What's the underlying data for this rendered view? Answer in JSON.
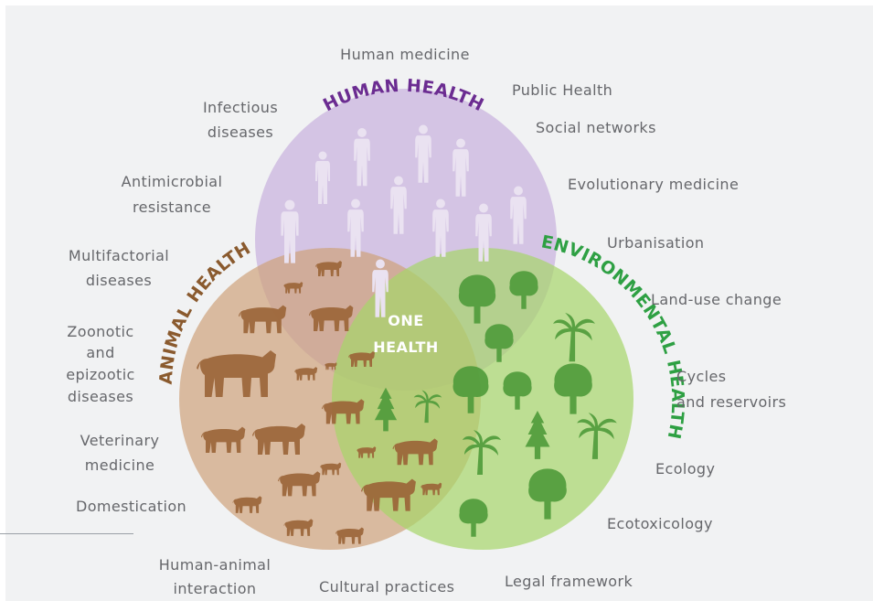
{
  "circles": {
    "human": {
      "title": "HUMAN HEALTH",
      "fill": "#c9b2de",
      "title_color": "#6b2c91"
    },
    "animal": {
      "title": "ANIMAL HEALTH",
      "fill": "#cfa37a",
      "title_color": "#8a5a2e"
    },
    "environmental": {
      "title": "ENVIRONMENTAL HEALTH",
      "fill": "#a6d56a",
      "title_color": "#2ea043"
    }
  },
  "center": {
    "line1": "ONE",
    "line2": "HEALTH"
  },
  "labels": {
    "human_medicine": "Human medicine",
    "public_health": "Public Health",
    "social_networks": "Social networks",
    "evolutionary_medicine": "Evolutionary medicine",
    "urbanisation": "Urbanisation",
    "land_use_change": "Land-use change",
    "cycles_1": "Cycles",
    "cycles_2": "and reservoirs",
    "ecology": "Ecology",
    "ecotoxicology": "Ecotoxicology",
    "legal_framework": "Legal framework",
    "cultural_practices": "Cultural practices",
    "human_animal_1": "Human-animal",
    "human_animal_2": "interaction",
    "domestication": "Domestication",
    "veterinary_1": "Veterinary",
    "veterinary_2": "medicine",
    "zoonotic_1": "Zoonotic",
    "zoonotic_2": "and",
    "zoonotic_3": "epizootic",
    "zoonotic_4": "diseases",
    "multifactorial_1": "Multifactorial",
    "multifactorial_2": "diseases",
    "antimicrobial_1": "Antimicrobial",
    "antimicrobial_2": "resistance",
    "infectious_1": "Infectious",
    "infectious_2": "diseases"
  },
  "colors": {
    "panel_background": "#f1f2f3",
    "label_text": "#66676b",
    "human_silhouette": "#eae2f1",
    "animal_silhouette": "#9b6538",
    "plant_silhouette": "#4e9a3a"
  },
  "icons": {
    "people": "person-silhouette-icon",
    "animals": "animal-silhouette-icon",
    "plants": "tree-silhouette-icon"
  }
}
